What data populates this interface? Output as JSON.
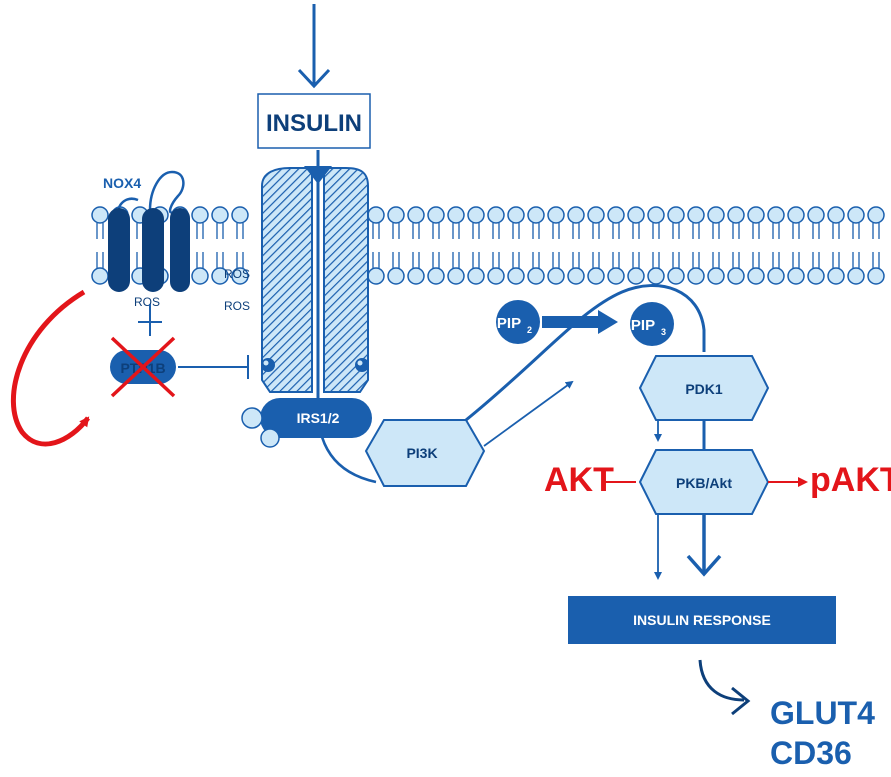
{
  "colors": {
    "primary": "#1a5fae",
    "dark": "#0d3f7a",
    "light": "#cde7f8",
    "accent_red": "#e3151a"
  },
  "labels": {
    "insulin": "INSULIN",
    "nox4": "NOX4",
    "ros_1": "ROS",
    "ros_2": "ROS",
    "ros_3": "ROS",
    "ptp1b": "PTP1B",
    "irs": "IRS1/2",
    "pi3k": "PI3K",
    "pip2_main": "PIP",
    "pip2_sub": "2",
    "pip3_main": "PIP",
    "pip3_sub": "3",
    "pdk1": "PDK1",
    "pkb": "PKB/Akt",
    "akt": "AKT",
    "pakt": "pAKT",
    "insulin_response": "INSULIN RESPONSE",
    "glut4": "GLUT4",
    "cd36": "CD36"
  }
}
